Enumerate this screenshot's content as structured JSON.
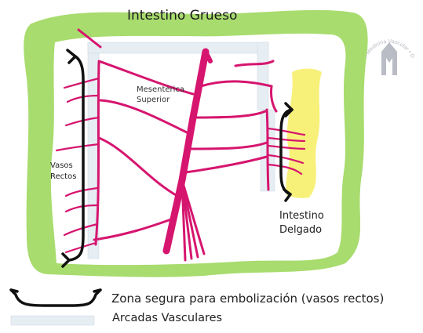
{
  "labels": {
    "large_intestine": "Intestino Grueso",
    "sma_line1": "Mesentérica",
    "sma_line2": "Superior",
    "vasa_recta_line1": "Vasos",
    "vasa_recta_line2": "Rectos",
    "small_intestine_line1": "Intestino",
    "small_intestine_line2": "Delgado"
  },
  "legend": {
    "safe_zone": "Zona segura para embolización (vasos rectos)",
    "arcades": "Arcadas Vasculares"
  },
  "watermark": {
    "text": "• Medicina Vascular • Dr. Carlevaro"
  },
  "colors": {
    "large_intestine": "#a8dc6e",
    "small_intestine": "#f7f17a",
    "vessel": "#d6156f",
    "arcade": "#e6edf3",
    "bracket": "#111111",
    "watermark": "#b9bcc4"
  }
}
